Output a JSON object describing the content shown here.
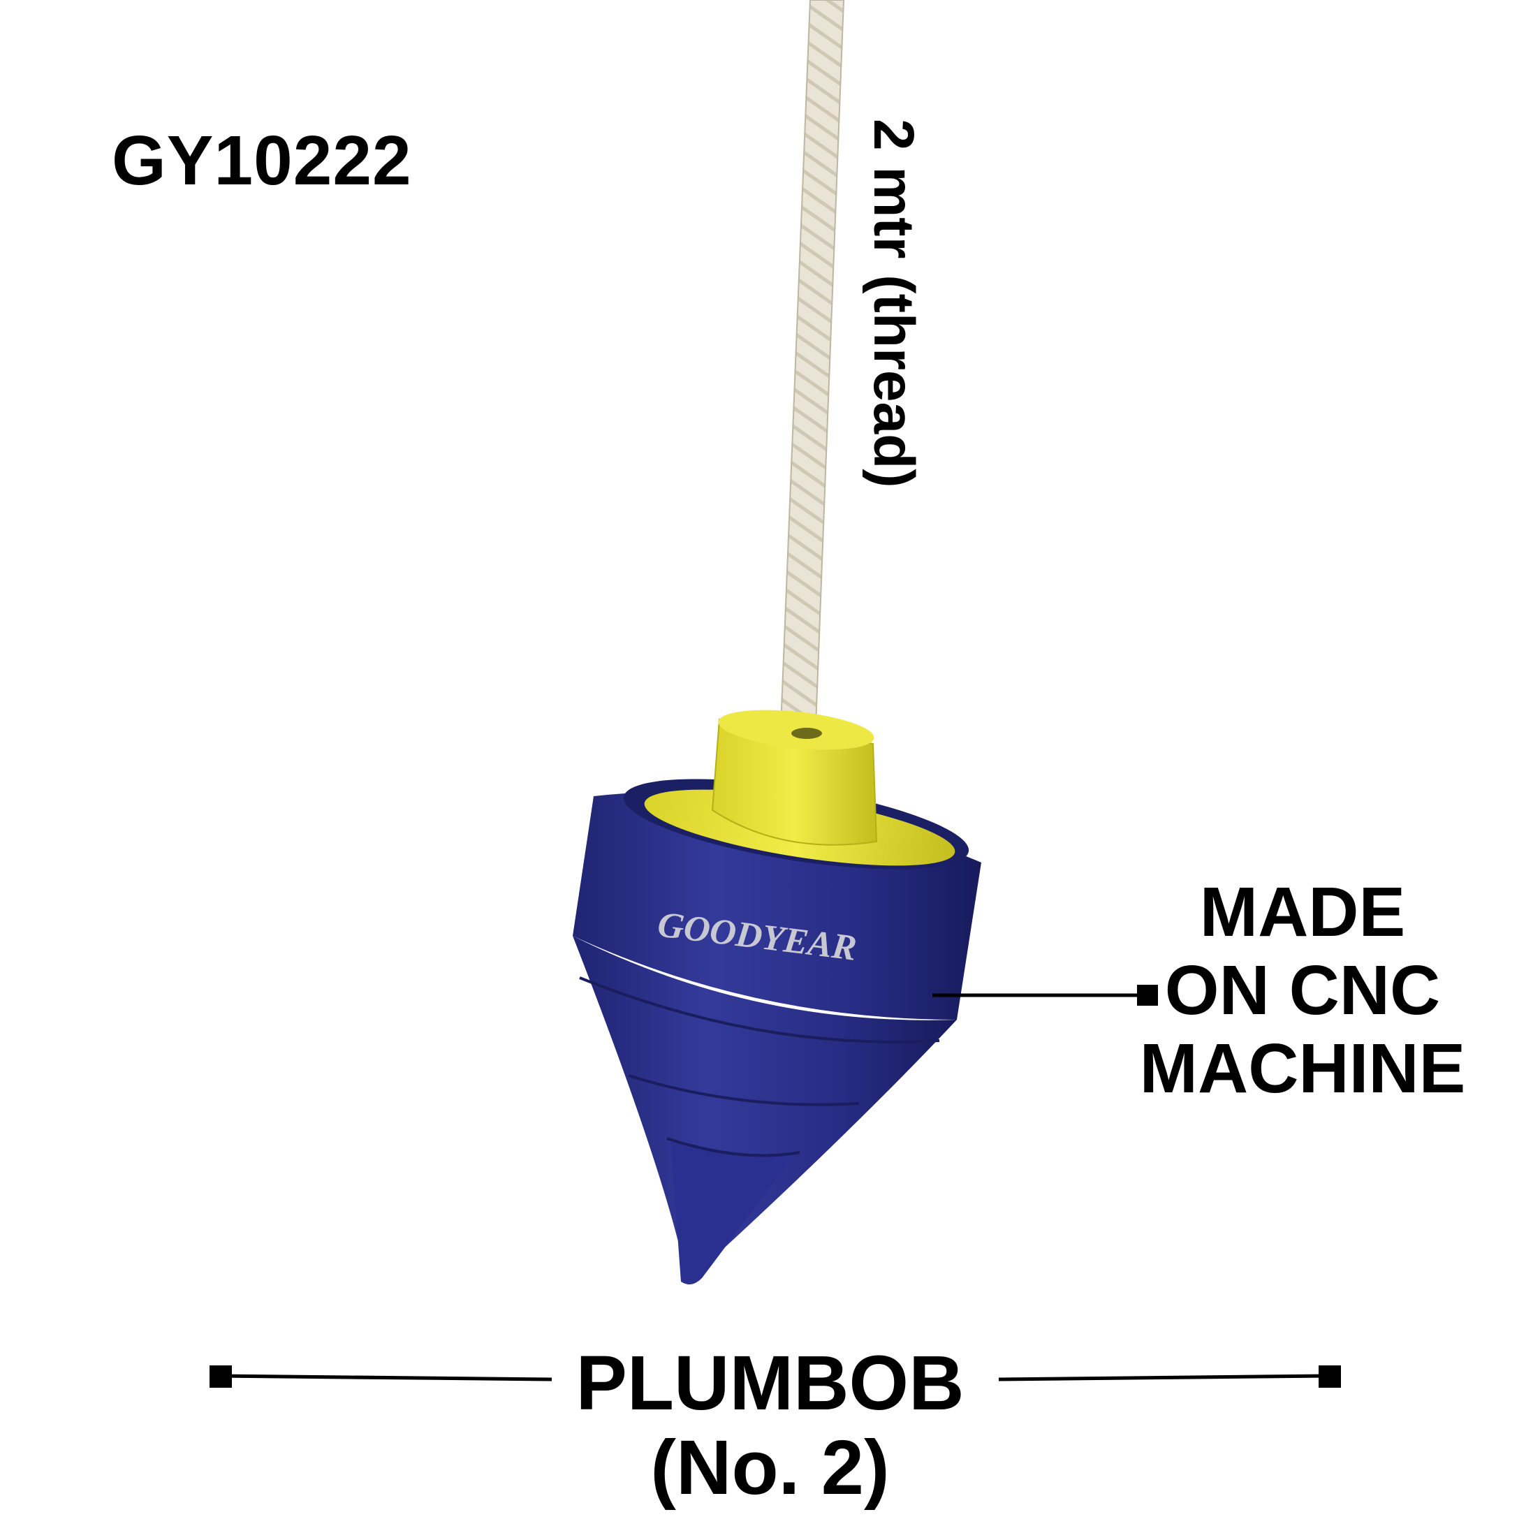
{
  "sku": "GY10222",
  "thread_label": "2 mtr (thread)",
  "feature_lines": [
    "MADE",
    "ON CNC",
    "MACHINE"
  ],
  "product_name": "PLUMBOB",
  "product_size": "(No. 2)",
  "brand_logo": "GOODYEAR",
  "colors": {
    "body": "#2a2f86",
    "body_dark": "#1c2066",
    "cap": "#e6e034",
    "cap_dark": "#c9c320",
    "thread": "#e6e1d2",
    "text": "#000000"
  }
}
